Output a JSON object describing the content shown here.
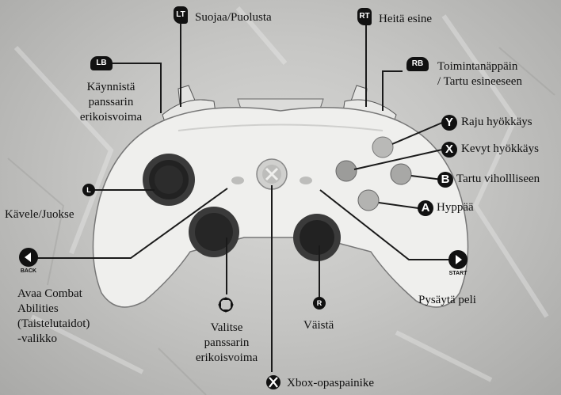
{
  "buttons": {
    "lt": {
      "glyph": "LT",
      "label": "Suojaa/Puolusta"
    },
    "rt": {
      "glyph": "RT",
      "label": "Heitä esine"
    },
    "lb": {
      "glyph": "LB",
      "label_lines": [
        "Käynnistä",
        "panssarin",
        "erikoisvoima"
      ]
    },
    "rb": {
      "glyph": "RB",
      "label_lines": [
        "Toimintanäppäin",
        "/ Tartu esineeseen"
      ]
    },
    "y": {
      "glyph": "Y",
      "label": "Raju hyökkäys"
    },
    "x": {
      "glyph": "X",
      "label": "Kevyt hyökkäys"
    },
    "b": {
      "glyph": "B",
      "label": "Tartu vihollliseen"
    },
    "a": {
      "glyph": "A",
      "label": "Hyppää"
    },
    "left_stick": {
      "glyph": "L",
      "label": "Kävele/Juokse"
    },
    "back": {
      "caption": "BACK",
      "label_lines": [
        "Avaa Combat",
        "Abilities",
        "(Taistelutaidot)",
        "-valikko"
      ]
    },
    "dpad": {
      "label_lines": [
        "Valitse",
        "panssarin",
        "erikoisvoima"
      ]
    },
    "right_stick": {
      "glyph": "R",
      "label": "Väistä"
    },
    "start": {
      "caption": "START",
      "label": "Pysäytä peli"
    },
    "guide": {
      "label": "Xbox-opaspainike"
    }
  },
  "colors": {
    "label_black": "#111111",
    "controller_white": "#efefed",
    "line_black": "#1a1a1a"
  }
}
